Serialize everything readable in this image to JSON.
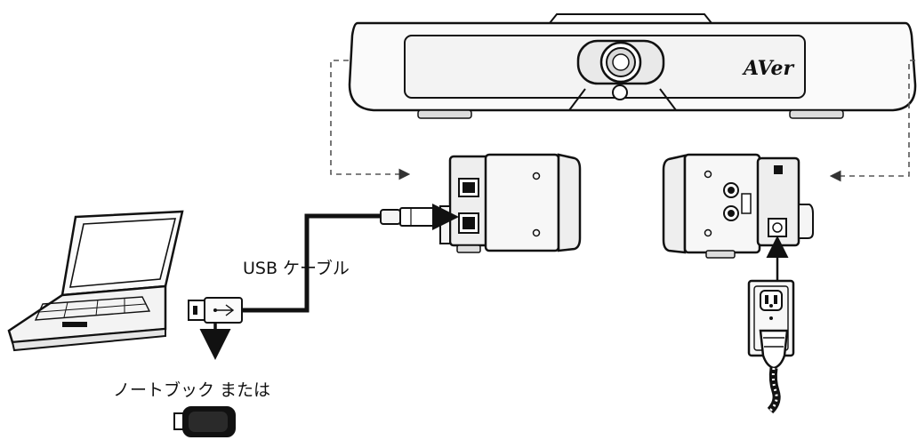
{
  "diagram": {
    "brand_logo": "AVer",
    "usb_cable_label": "USB ケーブル",
    "laptop_label": "ノートブック または"
  },
  "colors": {
    "line": "#111111",
    "fill_light": "#f4f4f4",
    "fill_dark": "#0d0d0d",
    "dashed": "#555555"
  },
  "icons": [
    "laptop-icon",
    "usb-plug-icon",
    "usb-drive-icon",
    "wall-outlet-icon",
    "power-plug-icon",
    "camera-lens-icon"
  ]
}
